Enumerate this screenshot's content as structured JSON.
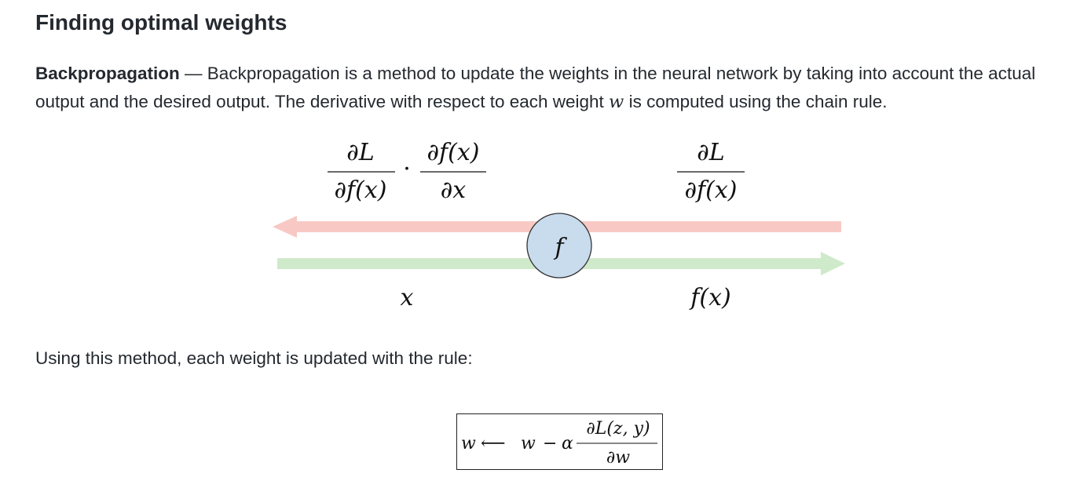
{
  "page": {
    "title": "Finding optimal weights",
    "term": "Backpropagation",
    "dash": " — ",
    "description_part1": "Backpropagation is a method to update the weights in the neural network by taking into account the actual output and the desired output. The derivative with respect to each weight ",
    "weight_symbol": "w",
    "description_part2": " is computed using the chain rule.",
    "rule_intro": "Using this method, each weight is updated with the rule:"
  },
  "diagram": {
    "partial_symbol": "∂",
    "left_grad_num1": "L",
    "left_grad_den1": "f(x)",
    "left_dot": "·",
    "left_grad_num2": "f(x)",
    "left_grad_den2": "x",
    "right_grad_num": "L",
    "right_grad_den": "f(x)",
    "node_label": "f",
    "input_label": "x",
    "output_label": "f(x)",
    "colors": {
      "backward_arrow": "#f8c9c4",
      "forward_arrow": "#cfeaca",
      "node_fill": "#c9dcee",
      "node_stroke": "#333333"
    }
  },
  "rule": {
    "lhs": "w",
    "arrow": "⟵",
    "w": "w",
    "minus": "−",
    "alpha": "α",
    "num": "L(z, y)",
    "den": "w"
  }
}
